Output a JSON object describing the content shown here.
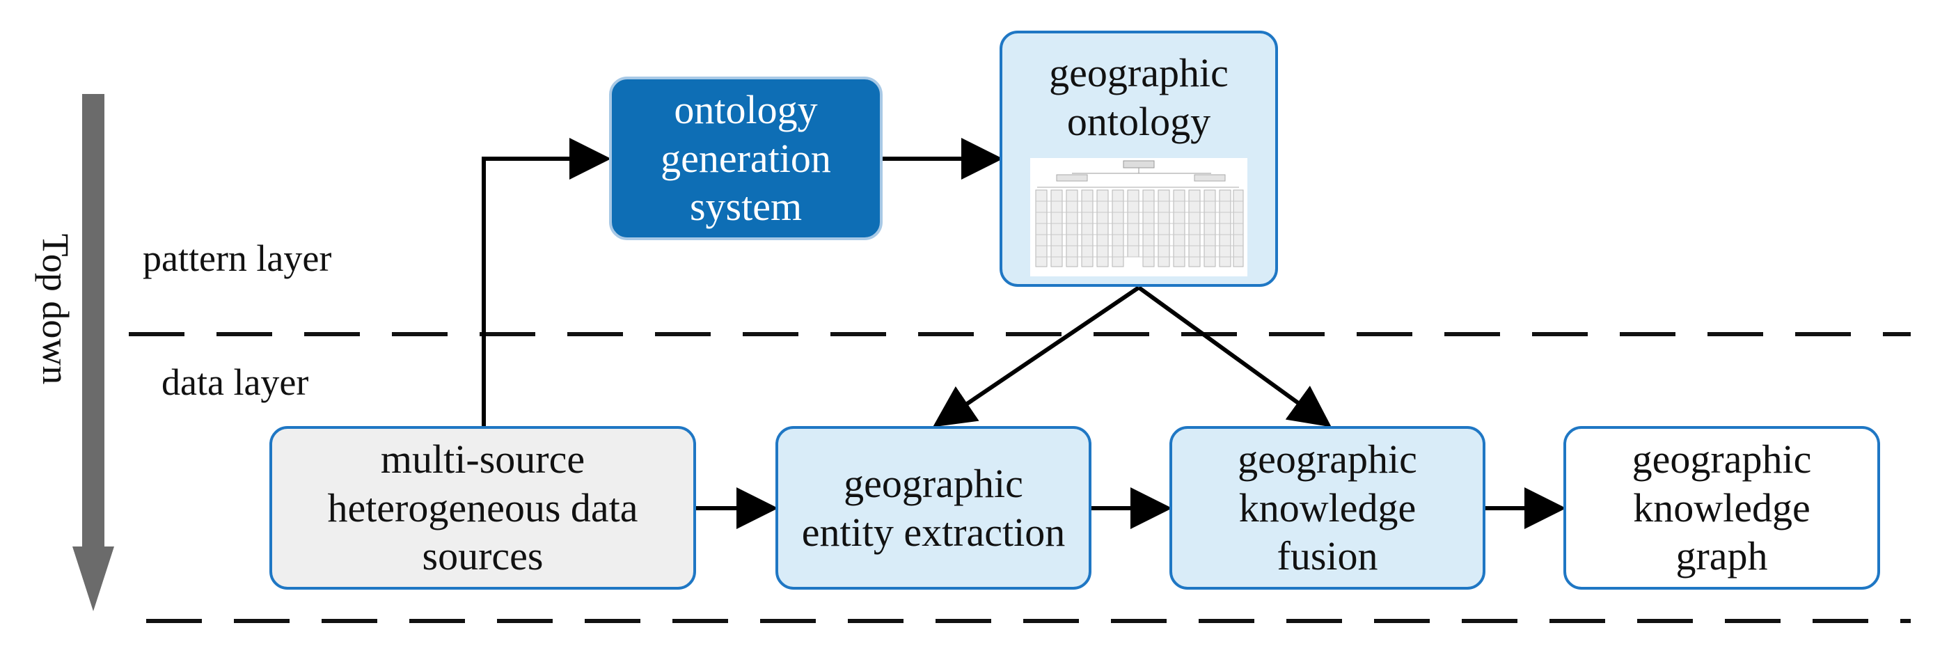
{
  "side_label": "Top down",
  "layers": {
    "pattern": "pattern layer",
    "data": "data layer"
  },
  "nodes": {
    "ontology_generation": {
      "lines": [
        "ontology",
        "generation",
        "system"
      ]
    },
    "geographic_ontology": {
      "lines": [
        "geographic",
        "ontology"
      ]
    },
    "multi_source": {
      "lines": [
        "multi-source",
        "heterogeneous data",
        "sources"
      ]
    },
    "entity_extraction": {
      "lines": [
        "geographic",
        "entity extraction"
      ]
    },
    "knowledge_fusion": {
      "lines": [
        "geographic",
        "knowledge",
        "fusion"
      ]
    },
    "knowledge_graph": {
      "lines": [
        "geographic",
        "knowledge",
        "graph"
      ]
    }
  },
  "colors": {
    "border_blue": "#1f77c4",
    "light_fill": "#d9ecf8",
    "dark_fill": "#0e6eb5",
    "gray_fill": "#efefef",
    "arrow": "#000000",
    "side_arrow": "#6b6b6b"
  }
}
